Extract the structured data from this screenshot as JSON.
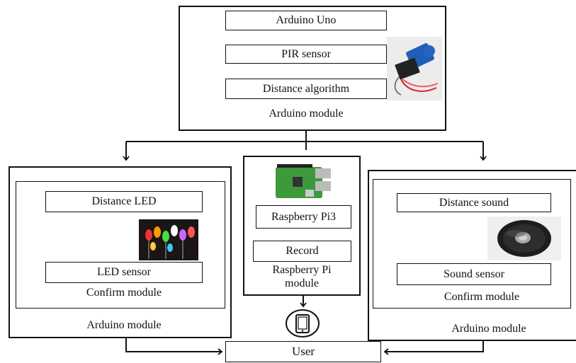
{
  "top": {
    "steps": [
      "Arduino Uno",
      "PIR sensor",
      "Distance algorithm"
    ],
    "label": "Arduino module"
  },
  "left": {
    "steps": [
      "Distance LED",
      "LED sensor"
    ],
    "inner_label": "Confirm module",
    "outer_label": "Arduino module"
  },
  "middle": {
    "steps": [
      "Raspberry Pi3",
      "Record"
    ],
    "label_line1": "Raspberry Pi",
    "label_line2": "module"
  },
  "right": {
    "steps": [
      "Distance sound",
      "Sound sensor"
    ],
    "inner_label": "Confirm module",
    "outer_label": "Arduino module"
  },
  "user": {
    "label": "User"
  },
  "icons": [
    "pir-sensor-photo",
    "led-photo",
    "raspberry-pi-photo",
    "speaker-photo",
    "tablet-icon"
  ]
}
